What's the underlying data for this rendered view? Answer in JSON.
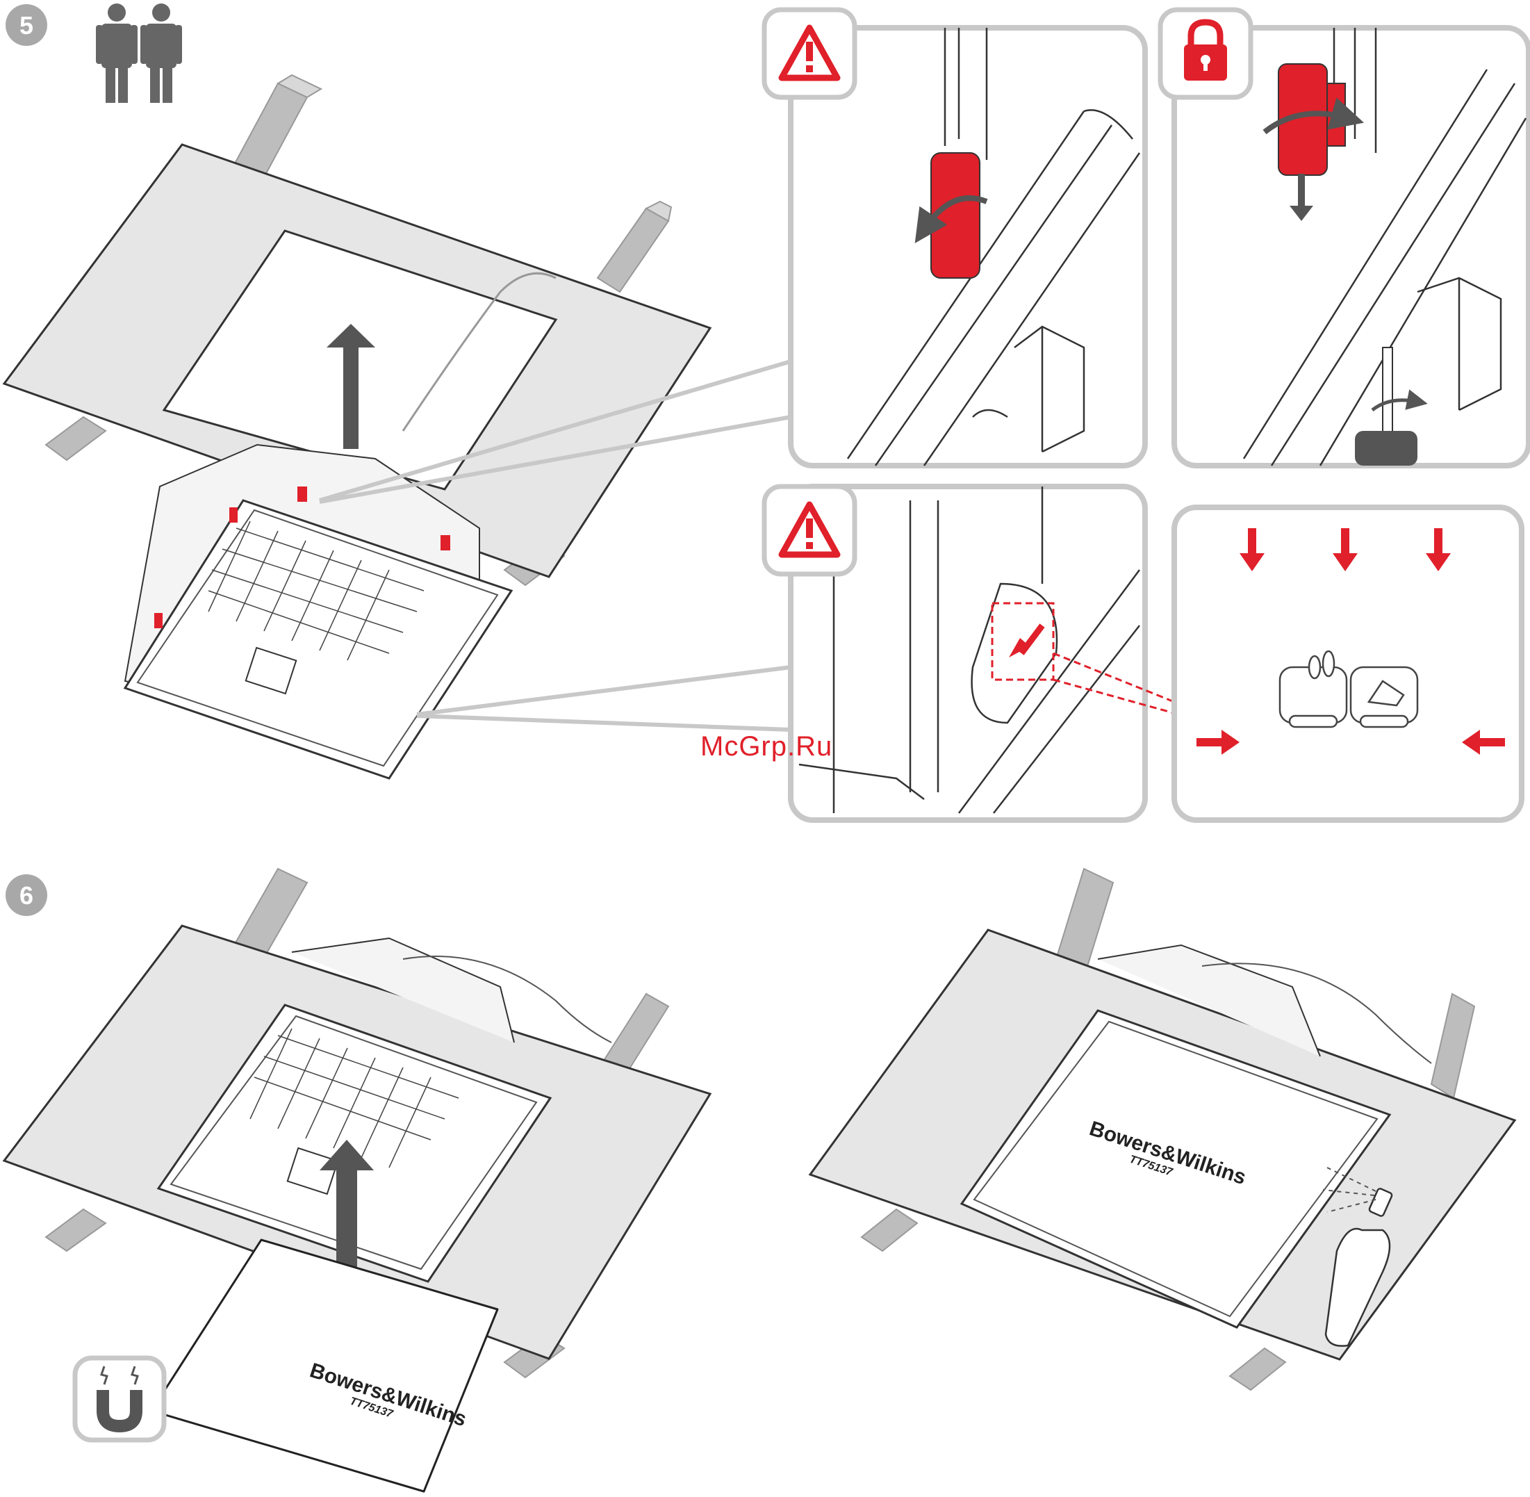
{
  "steps": [
    {
      "number": "5"
    },
    {
      "number": "6"
    }
  ],
  "watermark": "McGrp.Ru",
  "grille_brand": "Bowers&Wilkins",
  "grille_model": "TT75137",
  "icons": {
    "people": "two-people-icon",
    "warning": "warning-triangle-icon",
    "lock": "padlock-icon",
    "magnet": "magnet-icon",
    "spray": "spray-can-icon",
    "room": "sofa-room-icon"
  },
  "colors": {
    "accent": "#e0202a",
    "panel_border": "#c8c8c8",
    "ceiling": "#e6e6e6",
    "joist": "#bdbdbd",
    "arrow_gray": "#555555",
    "badge": "#a8a8a8"
  }
}
